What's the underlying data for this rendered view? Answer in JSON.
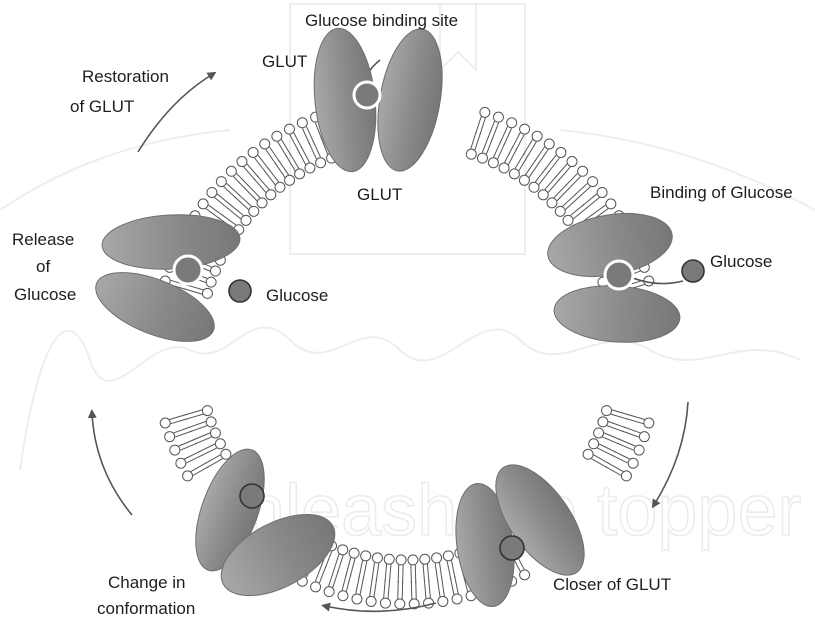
{
  "labels": {
    "glucose_binding_site": "Glucose binding site",
    "glut_top_left": "GLUT",
    "glut_center": "GLUT",
    "restoration": [
      "Restoration",
      "of GLUT"
    ],
    "binding_of_glucose": "Binding of Glucose",
    "glucose_right": "Glucose",
    "release": [
      "Release",
      "of",
      "Glucose"
    ],
    "glucose_inner": "Glucose",
    "change_in_conformation": [
      "Change in",
      "conformation"
    ],
    "closer_of_glut": "Closer of GLUT"
  },
  "watermark": {
    "text": "unleash the topper"
  },
  "colors": {
    "protein": "#8f8f8f",
    "protein_stroke": "#6e6e6e",
    "glucose": "#7a7a7a",
    "lipid_head": "#ffffff",
    "lipid_stroke": "#555555",
    "arrow": "#555555",
    "text": "#1e1e1e"
  }
}
